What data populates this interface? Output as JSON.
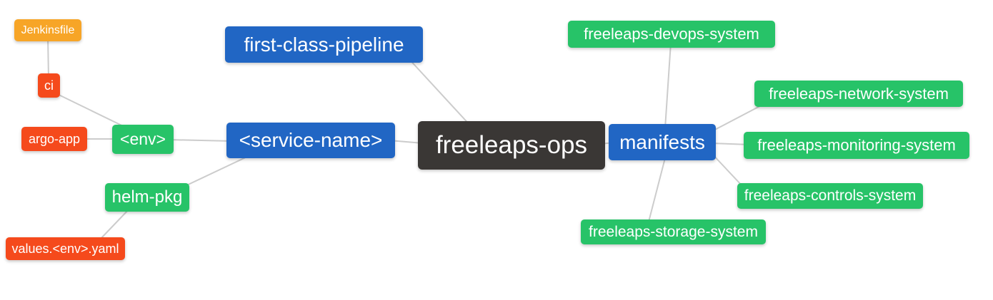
{
  "colors": {
    "root": "#3a3735",
    "blue": "#2166c4",
    "green": "#27c368",
    "orange": "#f7a527",
    "red": "#f54a1c",
    "edge": "#cccccc",
    "text": "#ffffff"
  },
  "nodes": [
    {
      "id": "jenkinsfile",
      "label": "Jenkinsfile",
      "color": "orange"
    },
    {
      "id": "ci",
      "label": "ci",
      "color": "red"
    },
    {
      "id": "argo-app",
      "label": "argo-app",
      "color": "red"
    },
    {
      "id": "env",
      "label": "<env>",
      "color": "green"
    },
    {
      "id": "helm-pkg",
      "label": "helm-pkg",
      "color": "green"
    },
    {
      "id": "values-env-yaml",
      "label": "values.<env>.yaml",
      "color": "red"
    },
    {
      "id": "first-class-pipeline",
      "label": "first-class-pipeline",
      "color": "blue"
    },
    {
      "id": "service-name",
      "label": "<service-name>",
      "color": "blue"
    },
    {
      "id": "freeleaps-ops",
      "label": "freeleaps-ops",
      "color": "root"
    },
    {
      "id": "manifests",
      "label": "manifests",
      "color": "blue"
    },
    {
      "id": "freeleaps-devops-system",
      "label": "freeleaps-devops-system",
      "color": "green"
    },
    {
      "id": "freeleaps-network-system",
      "label": "freeleaps-network-system",
      "color": "green"
    },
    {
      "id": "freeleaps-monitoring-system",
      "label": "freeleaps-monitoring-system",
      "color": "green"
    },
    {
      "id": "freeleaps-controls-system",
      "label": "freeleaps-controls-system",
      "color": "green"
    },
    {
      "id": "freeleaps-storage-system",
      "label": "freeleaps-storage-system",
      "color": "green"
    }
  ],
  "edges": [
    [
      "jenkinsfile",
      "ci"
    ],
    [
      "ci",
      "env"
    ],
    [
      "argo-app",
      "env"
    ],
    [
      "env",
      "service-name"
    ],
    [
      "helm-pkg",
      "service-name"
    ],
    [
      "values-env-yaml",
      "helm-pkg"
    ],
    [
      "first-class-pipeline",
      "freeleaps-ops"
    ],
    [
      "service-name",
      "freeleaps-ops"
    ],
    [
      "freeleaps-ops",
      "manifests"
    ],
    [
      "manifests",
      "freeleaps-devops-system"
    ],
    [
      "manifests",
      "freeleaps-network-system"
    ],
    [
      "manifests",
      "freeleaps-monitoring-system"
    ],
    [
      "manifests",
      "freeleaps-controls-system"
    ],
    [
      "manifests",
      "freeleaps-storage-system"
    ]
  ]
}
